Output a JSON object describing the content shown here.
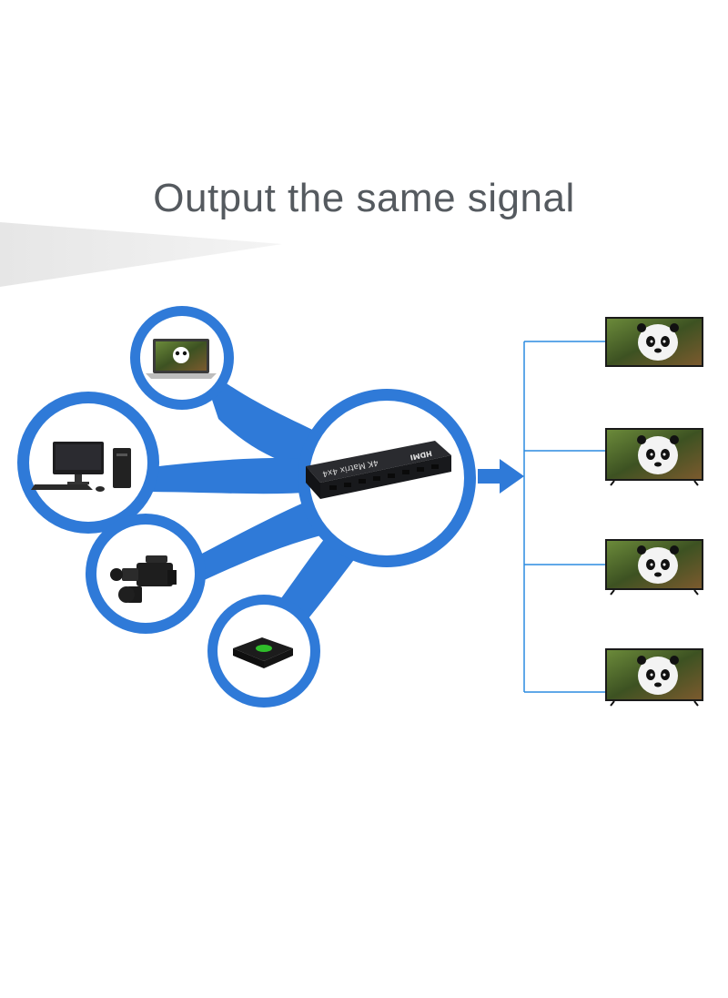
{
  "title": "Output the same signal",
  "device": {
    "label": "4K Matrix 4x4",
    "brand": "HDMI"
  },
  "sources": [
    "laptop",
    "desktop-computer",
    "video-camera",
    "tv-box"
  ],
  "outputs": [
    "tv-1",
    "tv-2",
    "tv-3",
    "tv-4"
  ],
  "colors": {
    "accent_blue": "#2f7ad8",
    "line_blue": "#2b8be0",
    "title_gray": "#555a5f",
    "device_black": "#1b1c1f",
    "tv_green": "#4e6b2f"
  }
}
